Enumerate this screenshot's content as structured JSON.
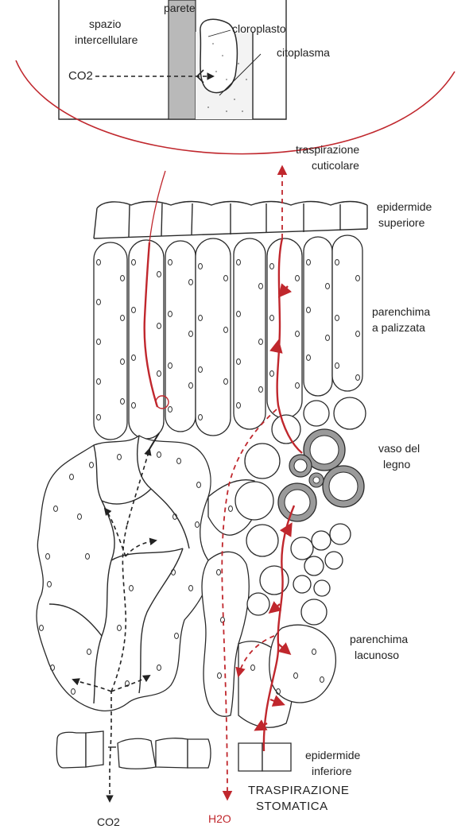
{
  "inset": {
    "spazio_line1": "spazio",
    "spazio_line2": "intercellulare",
    "parete": "parete",
    "cloroplasto": "cloroplasto",
    "citoplasma": "citoplasma",
    "co2": "CO2"
  },
  "labels": {
    "traspirazione_line1": "traspirazione",
    "traspirazione_line2": "cuticolare",
    "epid_sup_line1": "epidermide",
    "epid_sup_line2": "superiore",
    "palizzata_line1": "parenchima",
    "palizzata_line2": "a palizzata",
    "vaso_line1": "vaso del",
    "vaso_line2": "legno",
    "lacunoso_line1": "parenchima",
    "lacunoso_line2": "lacunoso",
    "epid_inf_line1": "epidermide",
    "epid_inf_line2": "inferiore",
    "stomatica_line1": "TRASPIRAZIONE",
    "stomatica_line2": "STOMATICA",
    "co2_bottom": "CO2",
    "h2o": "H2O"
  },
  "colors": {
    "ink": "#2a2a2a",
    "accent_red": "#c0272d",
    "wall_grey": "#b9b9b9",
    "vessel_grey": "#9a9a9a"
  }
}
